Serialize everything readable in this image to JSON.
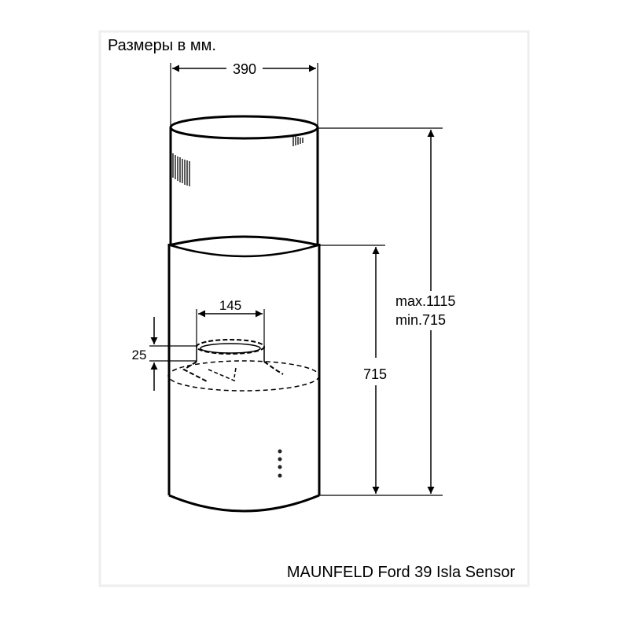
{
  "title": "Размеры в мм.",
  "product_name": "MAUNFELD Ford 39 Isla Sensor",
  "dimensions": {
    "width": "390",
    "duct_diameter": "145",
    "duct_height": "25",
    "body_height": "715",
    "total_max": "max.1115",
    "total_min": "min.715"
  }
}
